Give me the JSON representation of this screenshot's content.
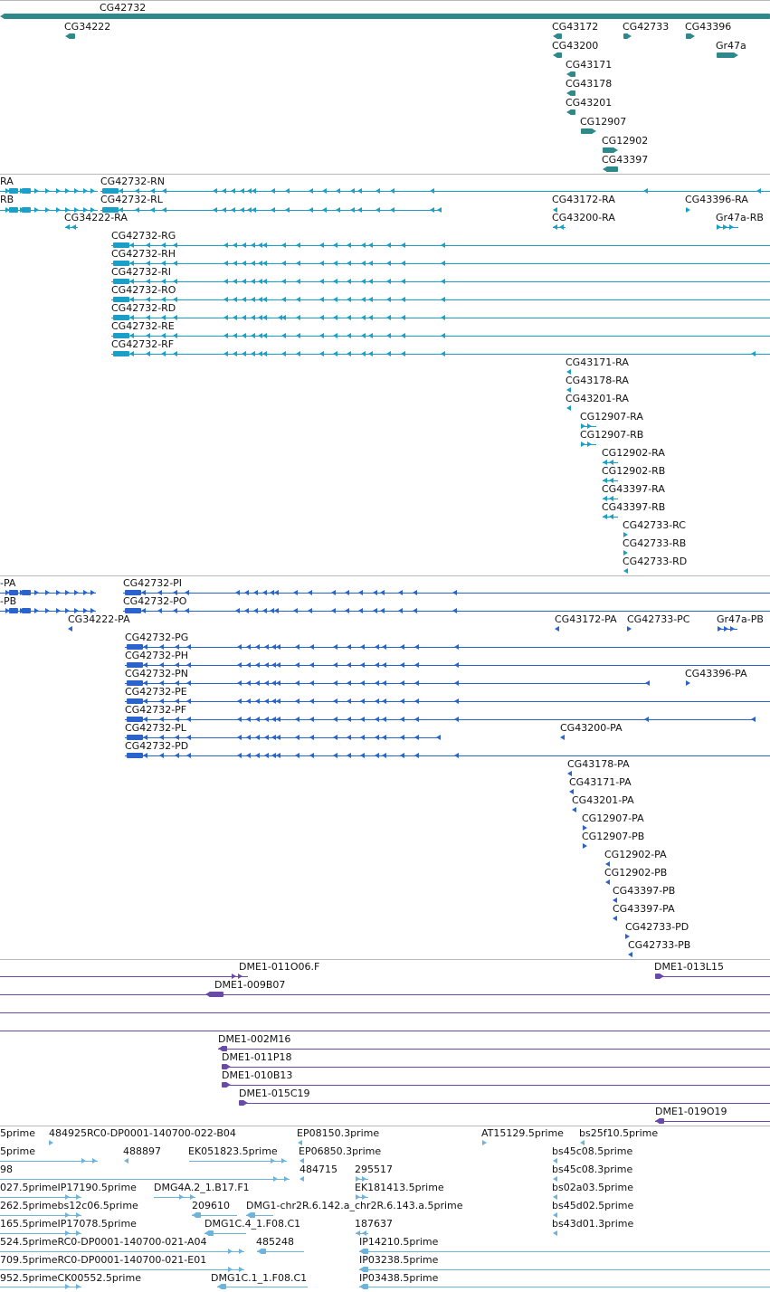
{
  "colors": {
    "gene": "#2e8a8a",
    "mrna": "#1aa0c8",
    "protein": "#2a63cc",
    "clone": "#6a4aa8",
    "est": "#6cb4dc",
    "separator": "#b8b8b8"
  },
  "tracks": {
    "genes": {
      "features": [
        {
          "label": "CG42732",
          "strand": "-"
        },
        {
          "label": "CG34222",
          "strand": "-"
        },
        {
          "label": "CG43172",
          "strand": "-"
        },
        {
          "label": "CG42733",
          "strand": "+"
        },
        {
          "label": "CG43396",
          "strand": "+"
        },
        {
          "label": "CG43200",
          "strand": "-"
        },
        {
          "label": "Gr47a",
          "strand": "+"
        },
        {
          "label": "CG43171",
          "strand": "-"
        },
        {
          "label": "CG43178",
          "strand": "-"
        },
        {
          "label": "CG43201",
          "strand": "-"
        },
        {
          "label": "CG12907",
          "strand": "+"
        },
        {
          "label": "CG12902",
          "strand": "+"
        },
        {
          "label": "CG43397",
          "strand": "-"
        }
      ]
    },
    "transcripts": {
      "features": [
        {
          "label": "RA",
          "strand": "+"
        },
        {
          "label": "CG42732-RN",
          "strand": "-"
        },
        {
          "label": "RB",
          "strand": "+"
        },
        {
          "label": "CG42732-RL",
          "strand": "-"
        },
        {
          "label": "CG43172-RA",
          "strand": "-"
        },
        {
          "label": "CG43396-RA",
          "strand": "+"
        },
        {
          "label": "CG34222-RA",
          "strand": "-"
        },
        {
          "label": "CG43200-RA",
          "strand": "-"
        },
        {
          "label": "Gr47a-RB",
          "strand": "+"
        },
        {
          "label": "CG42732-RG",
          "strand": "-"
        },
        {
          "label": "CG42732-RH",
          "strand": "-"
        },
        {
          "label": "CG42732-RI",
          "strand": "-"
        },
        {
          "label": "CG42732-RO",
          "strand": "-"
        },
        {
          "label": "CG42732-RD",
          "strand": "-"
        },
        {
          "label": "CG42732-RE",
          "strand": "-"
        },
        {
          "label": "CG42732-RF",
          "strand": "-"
        },
        {
          "label": "CG43171-RA",
          "strand": "-"
        },
        {
          "label": "CG43178-RA",
          "strand": "-"
        },
        {
          "label": "CG43201-RA",
          "strand": "-"
        },
        {
          "label": "CG12907-RA",
          "strand": "+"
        },
        {
          "label": "CG12907-RB",
          "strand": "+"
        },
        {
          "label": "CG12902-RA",
          "strand": "-"
        },
        {
          "label": "CG12902-RB",
          "strand": "-"
        },
        {
          "label": "CG43397-RA",
          "strand": "-"
        },
        {
          "label": "CG43397-RB",
          "strand": "-"
        },
        {
          "label": "CG42733-RC",
          "strand": "+"
        },
        {
          "label": "CG42733-RB",
          "strand": "+"
        },
        {
          "label": "CG42733-RD",
          "strand": "-"
        }
      ]
    },
    "proteins": {
      "features": [
        {
          "label": "-PA",
          "strand": "+"
        },
        {
          "label": "CG42732-PI",
          "strand": "-"
        },
        {
          "label": "-PB",
          "strand": "+"
        },
        {
          "label": "CG42732-PO",
          "strand": "-"
        },
        {
          "label": "CG34222-PA",
          "strand": "-"
        },
        {
          "label": "CG43172-PA",
          "strand": "-"
        },
        {
          "label": "CG42733-PC",
          "strand": "+"
        },
        {
          "label": "Gr47a-PB",
          "strand": "+"
        },
        {
          "label": "CG42732-PG",
          "strand": "-"
        },
        {
          "label": "CG42732-PH",
          "strand": "-"
        },
        {
          "label": "CG42732-PN",
          "strand": "-"
        },
        {
          "label": "CG43396-PA",
          "strand": "+"
        },
        {
          "label": "CG42732-PE",
          "strand": "-"
        },
        {
          "label": "CG42732-PF",
          "strand": "-"
        },
        {
          "label": "CG42732-PL",
          "strand": "-"
        },
        {
          "label": "CG43200-PA",
          "strand": "-"
        },
        {
          "label": "CG42732-PD",
          "strand": "-"
        },
        {
          "label": "CG43178-PA",
          "strand": "-"
        },
        {
          "label": "CG43171-PA",
          "strand": "-"
        },
        {
          "label": "CG43201-PA",
          "strand": "-"
        },
        {
          "label": "CG12907-PA",
          "strand": "+"
        },
        {
          "label": "CG12907-PB",
          "strand": "+"
        },
        {
          "label": "CG12902-PA",
          "strand": "-"
        },
        {
          "label": "CG12902-PB",
          "strand": "-"
        },
        {
          "label": "CG43397-PB",
          "strand": "-"
        },
        {
          "label": "CG43397-PA",
          "strand": "-"
        },
        {
          "label": "CG42733-PD",
          "strand": "+"
        },
        {
          "label": "CG42733-PB",
          "strand": "-"
        }
      ]
    },
    "clones": {
      "features": [
        {
          "label": "DME1-011O06.F",
          "strand": "+"
        },
        {
          "label": "DME1-013L15",
          "strand": "+"
        },
        {
          "label": "DME1-009B07",
          "strand": "-"
        },
        {
          "label": "DME1-002M16",
          "strand": "-"
        },
        {
          "label": "DME1-011P18",
          "strand": "+"
        },
        {
          "label": "DME1-010B13",
          "strand": "+"
        },
        {
          "label": "DME1-015C19",
          "strand": "+"
        },
        {
          "label": "DME1-019O19",
          "strand": "-"
        }
      ]
    },
    "ests": {
      "features": [
        {
          "label": "5prime",
          "strand": "+"
        },
        {
          "label": "484925RC0-DP0001-140700-022-B04",
          "strand": "+"
        },
        {
          "label": "EP08150.3prime",
          "strand": "-"
        },
        {
          "label": "AT15129.5prime",
          "strand": "+"
        },
        {
          "label": "bs25f10.5prime",
          "strand": "-"
        },
        {
          "label": "5prime",
          "strand": "+"
        },
        {
          "label": "488897",
          "strand": "-"
        },
        {
          "label": "EK051823.5prime",
          "strand": "+"
        },
        {
          "label": "EP06850.3prime",
          "strand": "-"
        },
        {
          "label": "bs45c08.5prime",
          "strand": "-"
        },
        {
          "label": "98",
          "strand": "+"
        },
        {
          "label": "484715",
          "strand": "-"
        },
        {
          "label": "295517",
          "strand": "+"
        },
        {
          "label": "bs45c08.3prime",
          "strand": "-"
        },
        {
          "label": "027.5primeIP17190.5prime",
          "strand": "+"
        },
        {
          "label": "DMG4A.2_1.B17.F1",
          "strand": "+"
        },
        {
          "label": "EK181413.5prime",
          "strand": "+"
        },
        {
          "label": "bs02a03.5prime",
          "strand": "-"
        },
        {
          "label": "262.5primebs12c06.5prime",
          "strand": "-"
        },
        {
          "label": "209610",
          "strand": "-"
        },
        {
          "label": "DMG1-chr2R.6.142.a_chr2R.6.143.a.5prime",
          "strand": "-"
        },
        {
          "label": "bs45d02.5prime",
          "strand": "-"
        },
        {
          "label": "165.5primeIP17078.5prime",
          "strand": "-"
        },
        {
          "label": "DMG1C.4_1.F08.C1",
          "strand": "-"
        },
        {
          "label": "187637",
          "strand": "-"
        },
        {
          "label": "bs43d01.3prime",
          "strand": "-"
        },
        {
          "label": "524.5primeRC0-DP0001-140700-021-A04",
          "strand": "+"
        },
        {
          "label": "485248",
          "strand": "-"
        },
        {
          "label": "IP14210.5prime",
          "strand": "-"
        },
        {
          "label": "709.5primeRC0-DP0001-140700-021-E01",
          "strand": "+"
        },
        {
          "label": "IP03238.5prime",
          "strand": "-"
        },
        {
          "label": "952.5primeCK00552.5prime",
          "strand": "+"
        },
        {
          "label": "DMG1C.1_1.F08.C1",
          "strand": "-"
        },
        {
          "label": "IP03438.5prime",
          "strand": "-"
        }
      ]
    }
  }
}
